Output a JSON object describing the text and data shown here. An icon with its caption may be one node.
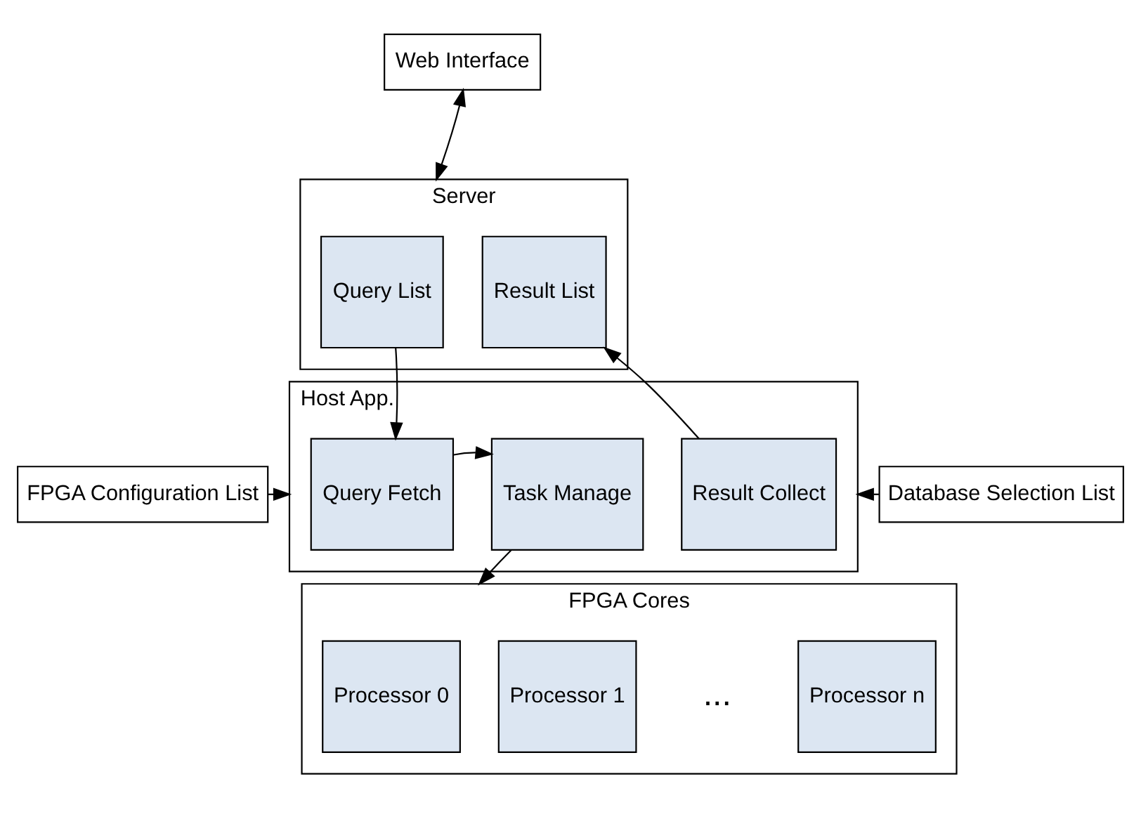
{
  "diagram": {
    "nodes": [
      {
        "text": [
          "Web Interface"
        ]
      },
      {
        "text": [
          "Server"
        ]
      },
      {
        "text": [
          "Query List"
        ],
        "in": 1
      },
      {
        "text": [
          "Result List"
        ],
        "in": 1
      },
      {
        "text": [
          "Host App."
        ]
      },
      {
        "text": [
          "Query Fetch"
        ],
        "in": 4
      },
      {
        "text": [
          "Task Manage"
        ],
        "in": 4
      },
      {
        "text": [
          "Result Collect"
        ],
        "in": 4
      },
      {
        "text": [
          "FPGA Configuration List"
        ]
      },
      {
        "text": [
          "Database Selection List"
        ]
      },
      {
        "text": [
          "FPGA Cores"
        ]
      },
      {
        "text": [
          "Processor 0"
        ],
        "in": 10
      },
      {
        "text": [
          "Processor 1"
        ],
        "in": 10
      },
      {
        "text": [
          "Processor n"
        ],
        "in": 10
      }
    ],
    "edges": [
      {
        "from": 0,
        "to": 1,
        "arrow": "both"
      },
      {
        "from": 2,
        "to": 5,
        "arrow": "to"
      },
      {
        "from": 5,
        "to": 6,
        "arrow": "to"
      },
      {
        "from": 7,
        "to": 3,
        "arrow": "to"
      },
      {
        "from": 8,
        "to": 4,
        "arrow": "to"
      },
      {
        "from": 9,
        "to": 4,
        "arrow": "to"
      },
      {
        "from": 6,
        "to": 10,
        "arrow": "to"
      }
    ],
    "labels": [
      "..."
    ]
  }
}
